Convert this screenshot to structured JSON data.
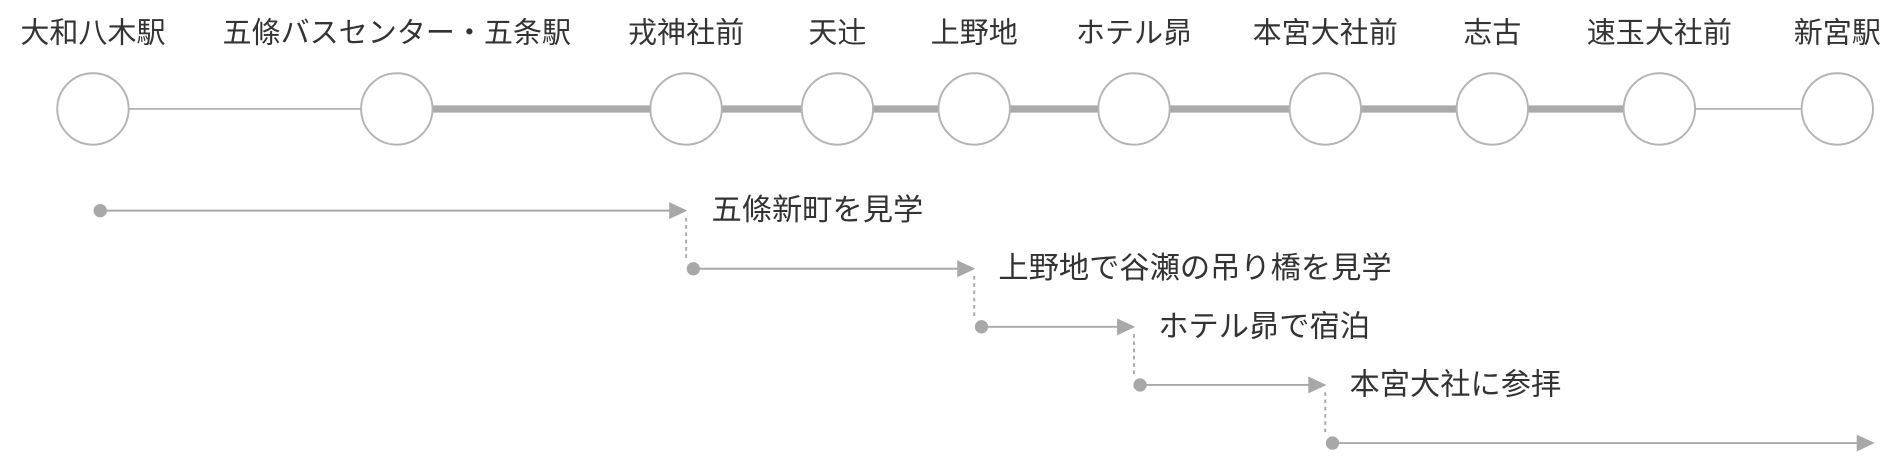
{
  "stations": [
    {
      "name": "大和八木駅"
    },
    {
      "name": "五條バスセンター・五条駅"
    },
    {
      "name": "戎神社前"
    },
    {
      "name": "天辻"
    },
    {
      "name": "上野地"
    },
    {
      "name": "ホテル昴"
    },
    {
      "name": "本宮大社前"
    },
    {
      "name": "志古"
    },
    {
      "name": "速玉大社前"
    },
    {
      "name": "新宮駅"
    }
  ],
  "itinerary": [
    {
      "label": "五條新町を見学"
    },
    {
      "label": "上野地で谷瀬の吊り橋を見学"
    },
    {
      "label": "ホテル昴で宿泊"
    },
    {
      "label": "本宮大社に参拝"
    }
  ],
  "colors": {
    "text": "#333333",
    "route": "#aaaaaa",
    "station_outline": "#b4b4b4",
    "station_fill": "#ffffff",
    "itinerary": "#a8a8a8",
    "background": "#ffffff"
  }
}
